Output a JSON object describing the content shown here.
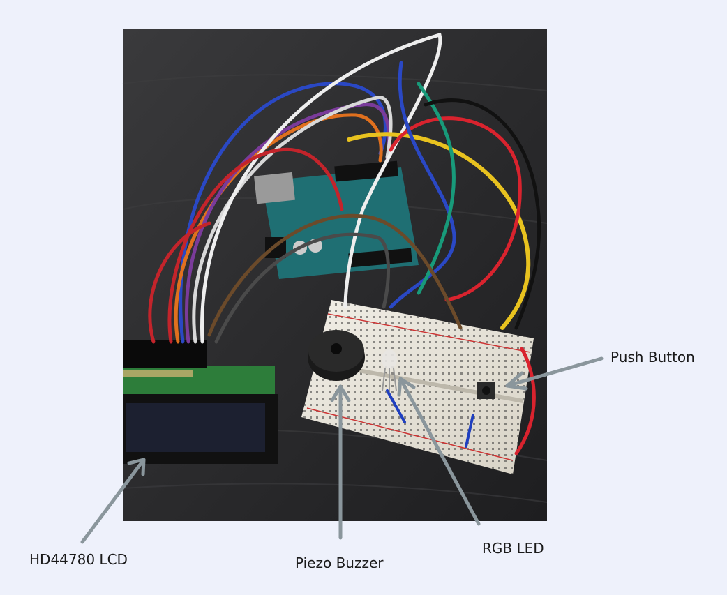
{
  "labels": {
    "push_button": "Push Button",
    "lcd": "HD44780 LCD",
    "piezo": "Piezo Buzzer",
    "rgb_led": "RGB LED"
  },
  "colors": {
    "background": "#eef1fb",
    "arrow": "#8a969c",
    "photo_bg": "#2a2a2c"
  }
}
